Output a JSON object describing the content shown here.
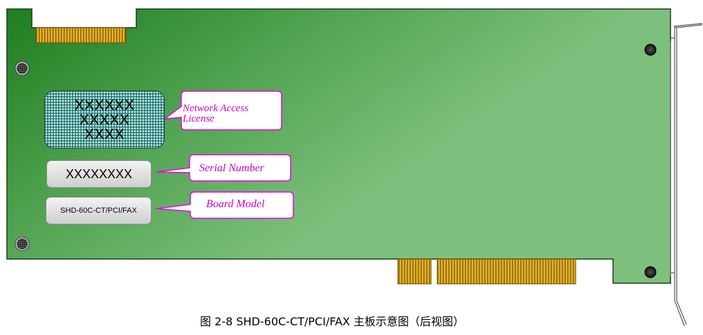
{
  "network_access_license": {
    "callout": "Network Access License",
    "callout_line1": "Network Access",
    "callout_line2": "License",
    "lines": [
      "XXXXXX",
      "XXXXX",
      "XXXX"
    ]
  },
  "serial_number": {
    "callout": "Serial Number",
    "value": "XXXXXXXX"
  },
  "board_model": {
    "callout": "Board Model",
    "value": "SHD-60C-CT/PCI/FAX"
  },
  "caption": "图 2-8 SHD-60C-CT/PCI/FAX 主板示意图（后视图）",
  "colors": {
    "board_dark": "#1f7a1f",
    "board_light": "#7ec07e",
    "gold_finger": "#d9a21a",
    "callout_border": "#e600e6",
    "callout_text": "#c800c8"
  }
}
